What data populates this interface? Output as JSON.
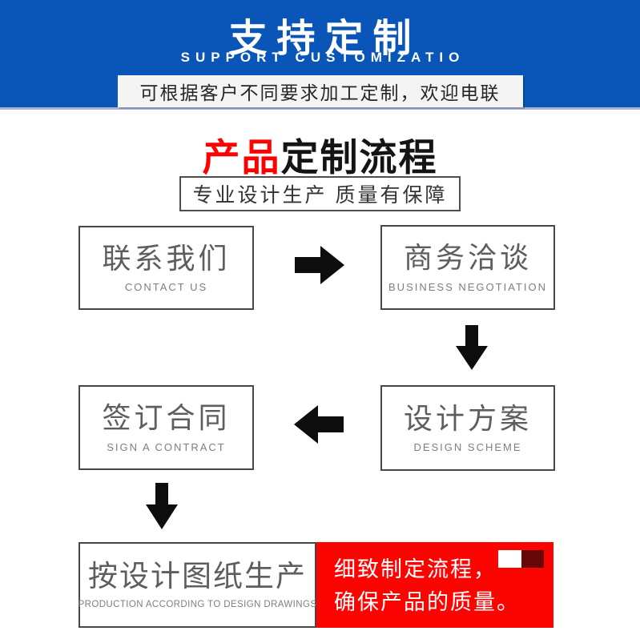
{
  "banner": {
    "title": "支持定制",
    "subtitle": "SUPPORT CUSTOMIZATIO",
    "notice": "可根据客户不同要求加工定制，欢迎电联",
    "bg_color": "#0a55b8"
  },
  "section": {
    "title_highlight": "产品",
    "title_rest": "定制流程",
    "highlight_color": "#fe0000",
    "tagline": "专业设计生产 质量有保障"
  },
  "flow": {
    "steps": [
      {
        "zh": "联系我们",
        "en": "CONTACT US"
      },
      {
        "zh": "商务洽谈",
        "en": "BUSINESS NEGOTIATION"
      },
      {
        "zh": "设计方案",
        "en": "DESIGN SCHEME"
      },
      {
        "zh": "签订合同",
        "en": "SIGN A CONTRACT"
      },
      {
        "zh": "按设计图纸生产",
        "en": "PRODUCTION ACCORDING TO DESIGN DRAWINGS"
      }
    ],
    "arrows": [
      "arrow-right",
      "arrow-down",
      "arrow-left",
      "arrow-down"
    ],
    "note": {
      "line1": "细致制定流程，",
      "line2": "确保产品的质量。",
      "bg_color": "#fb0503",
      "deco_dark_color": "#670808"
    }
  }
}
